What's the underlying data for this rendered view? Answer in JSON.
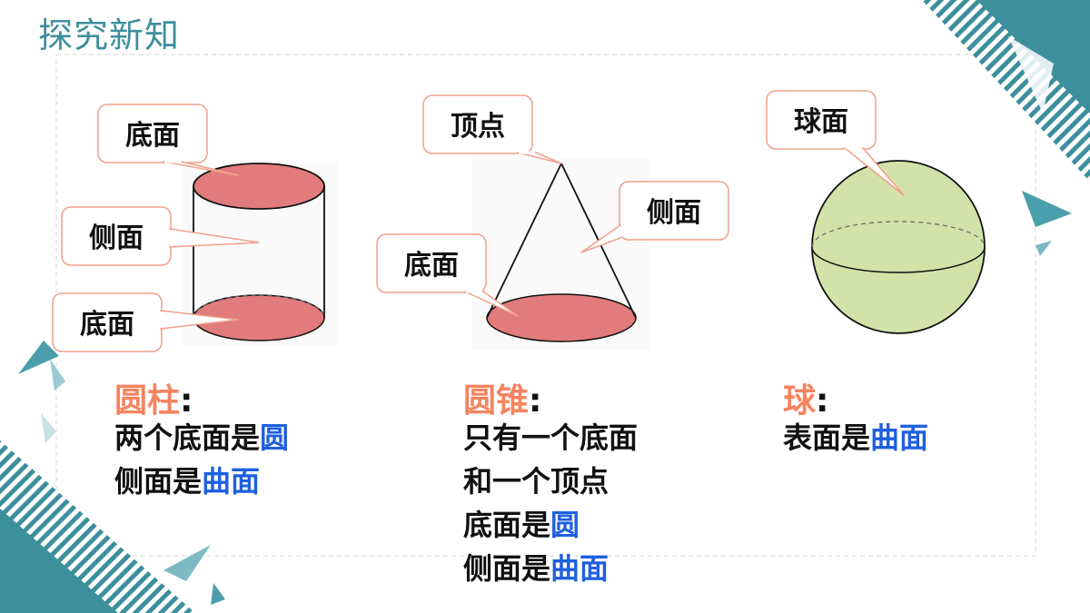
{
  "title": "探究新知",
  "cylinder": {
    "callouts": {
      "top": "底面",
      "side": "侧面",
      "bottom": "底面"
    },
    "heading": "圆柱",
    "colon": ":",
    "lines": [
      {
        "text": "两个底面是",
        "highlight": "圆"
      },
      {
        "text": "侧面是",
        "highlight": "曲面"
      }
    ]
  },
  "cone": {
    "callouts": {
      "apex": "顶点",
      "side": "侧面",
      "base": "底面"
    },
    "heading": "圆锥",
    "colon": ":",
    "lines": [
      {
        "text": "只有一个底面",
        "highlight": ""
      },
      {
        "text": "和一个顶点",
        "highlight": ""
      },
      {
        "text": "底面是",
        "highlight": "圆"
      },
      {
        "text": "侧面是",
        "highlight": "曲面"
      }
    ]
  },
  "sphere": {
    "callouts": {
      "surface": "球面"
    },
    "heading": "球",
    "colon": ":",
    "lines": [
      {
        "text": "表面是",
        "highlight": "曲面"
      }
    ]
  },
  "colors": {
    "teal": "#3d8f9c",
    "base_fill": "#e27b7b",
    "sphere_fill": "#d3e2a8",
    "callout_border": "#f0a08a",
    "heading": "#f4845f",
    "highlight": "#1f5fe0"
  }
}
